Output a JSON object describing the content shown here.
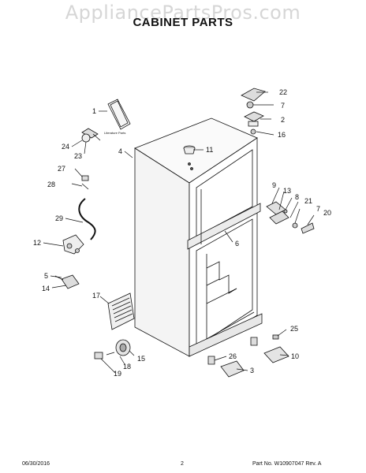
{
  "watermark": "AppliancePartsPros.com",
  "title": "CABINET PARTS",
  "literature_label": "Literature Parts",
  "callouts": [
    "1",
    "2",
    "3",
    "4",
    "5",
    "6",
    "7",
    "7",
    "8",
    "9",
    "10",
    "11",
    "12",
    "13",
    "14",
    "15",
    "16",
    "17",
    "18",
    "19",
    "20",
    "21",
    "22",
    "23",
    "24",
    "25",
    "26",
    "27",
    "28",
    "29"
  ],
  "footer": {
    "date": "06/30/2016",
    "page": "2",
    "part_number": "Part No.  W10907047  Rev.  A"
  }
}
